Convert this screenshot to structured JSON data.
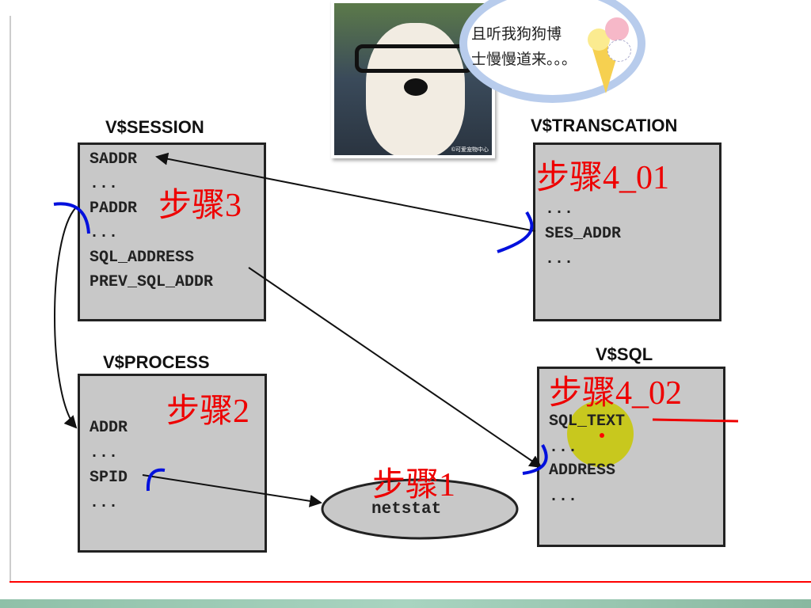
{
  "speech_bubble": {
    "line1": "且听我狗狗博",
    "line2": "士慢慢道来。。。"
  },
  "photo_caption": "©可爱宠物中心",
  "tables": {
    "session": {
      "title": "V$SESSION",
      "items": [
        "SADDR",
        "...",
        "PADDR",
        "...",
        "SQL_ADDRESS",
        "PREV_SQL_ADDR"
      ]
    },
    "transaction": {
      "title": "V$TRANSCATION",
      "items": [
        "...",
        "SES_ADDR",
        "..."
      ]
    },
    "process": {
      "title": "V$PROCESS",
      "items": [
        "ADDR",
        "...",
        "SPID",
        "..."
      ]
    },
    "sql": {
      "title": "V$SQL",
      "items": [
        "SQL_TEXT",
        "...",
        "ADDRESS",
        "..."
      ]
    }
  },
  "netstat": "netstat",
  "steps": {
    "s1": "步骤1",
    "s2": "步骤2",
    "s3": "步骤3",
    "s4_01": "步骤4_01",
    "s4_02": "步骤4_02"
  },
  "colors": {
    "step": "#ee0000",
    "box": "#c8c8c8",
    "annotation": "#0000dd",
    "highlight": "#cccc00"
  }
}
